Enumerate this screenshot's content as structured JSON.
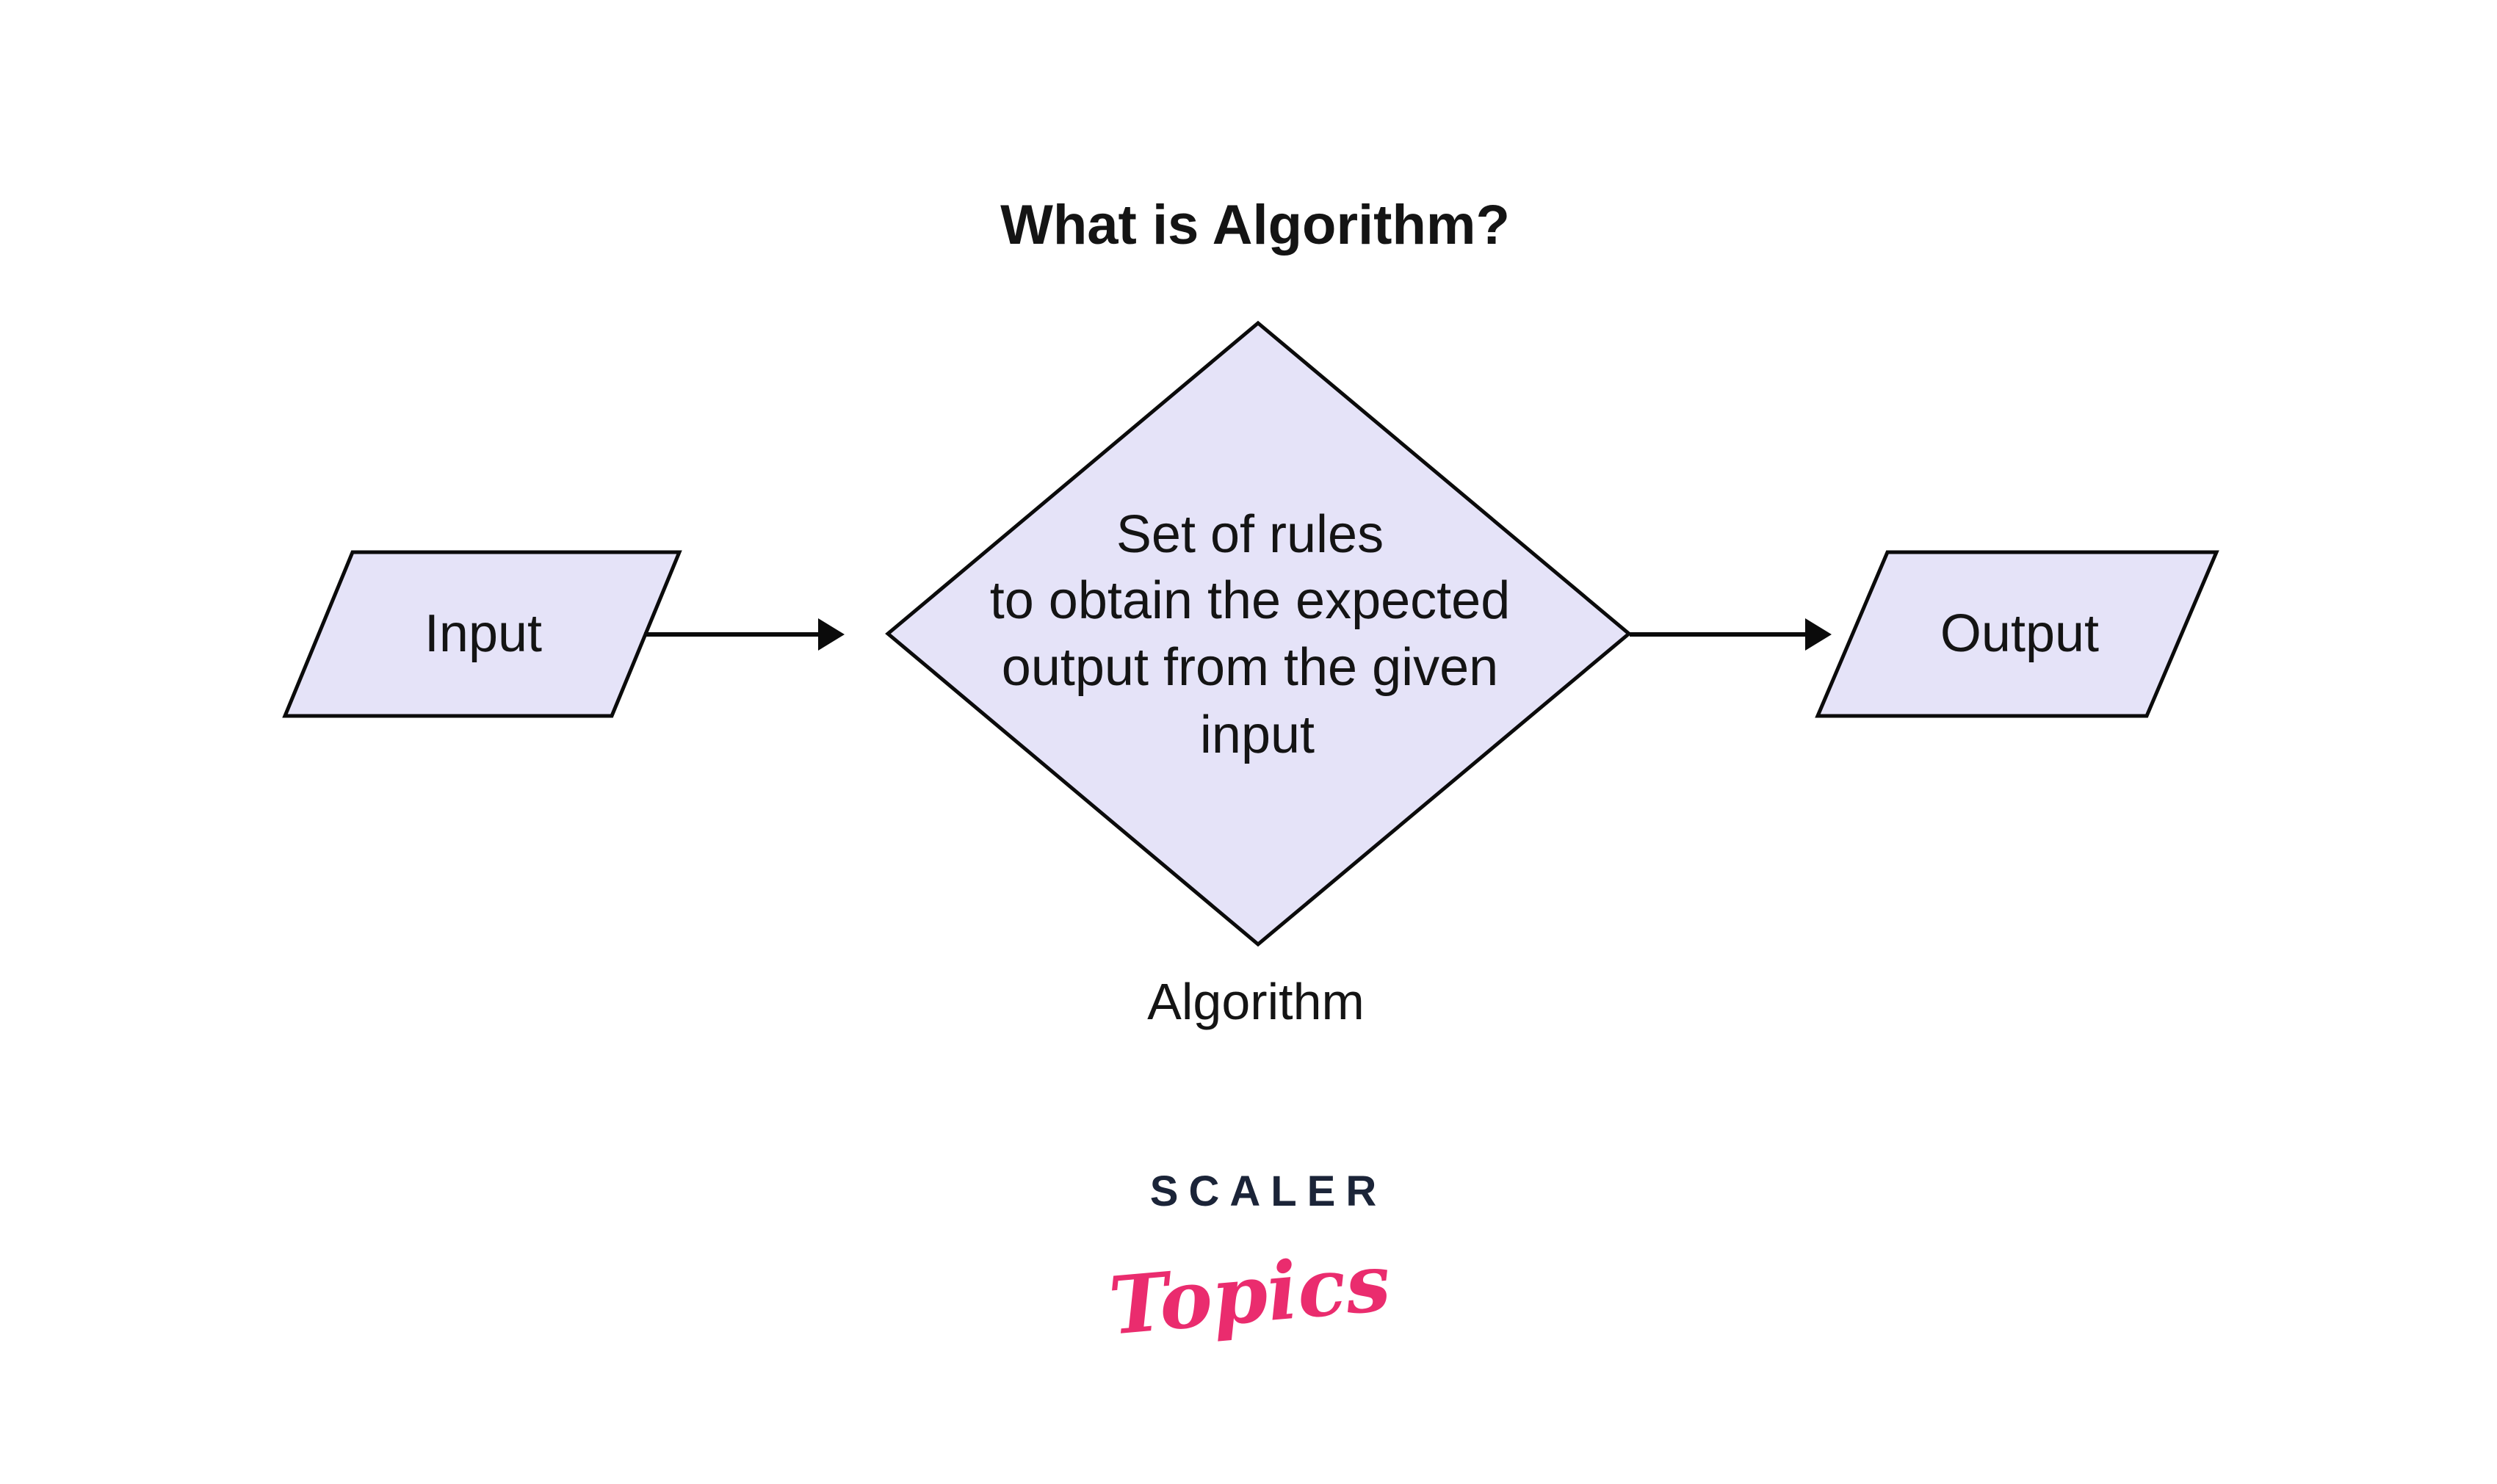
{
  "title": "What is Algorithm?",
  "flowchart": {
    "input": {
      "label": "Input"
    },
    "process": {
      "lines": [
        "Set of rules",
        "to obtain the expected",
        "output from the given",
        "input"
      ],
      "caption": "Algorithm"
    },
    "output": {
      "label": "Output"
    }
  },
  "logo": {
    "brand": "SCALER",
    "product": "Topics"
  },
  "colors": {
    "background": "#ffffff",
    "shape_fill": "#e5e3f8",
    "shape_stroke": "#0b0b0b",
    "text_color": "#141414",
    "arrow_color": "#0b0b0b",
    "brand_navy": "#1b2438",
    "brand_pink": "#ea2c6e"
  }
}
